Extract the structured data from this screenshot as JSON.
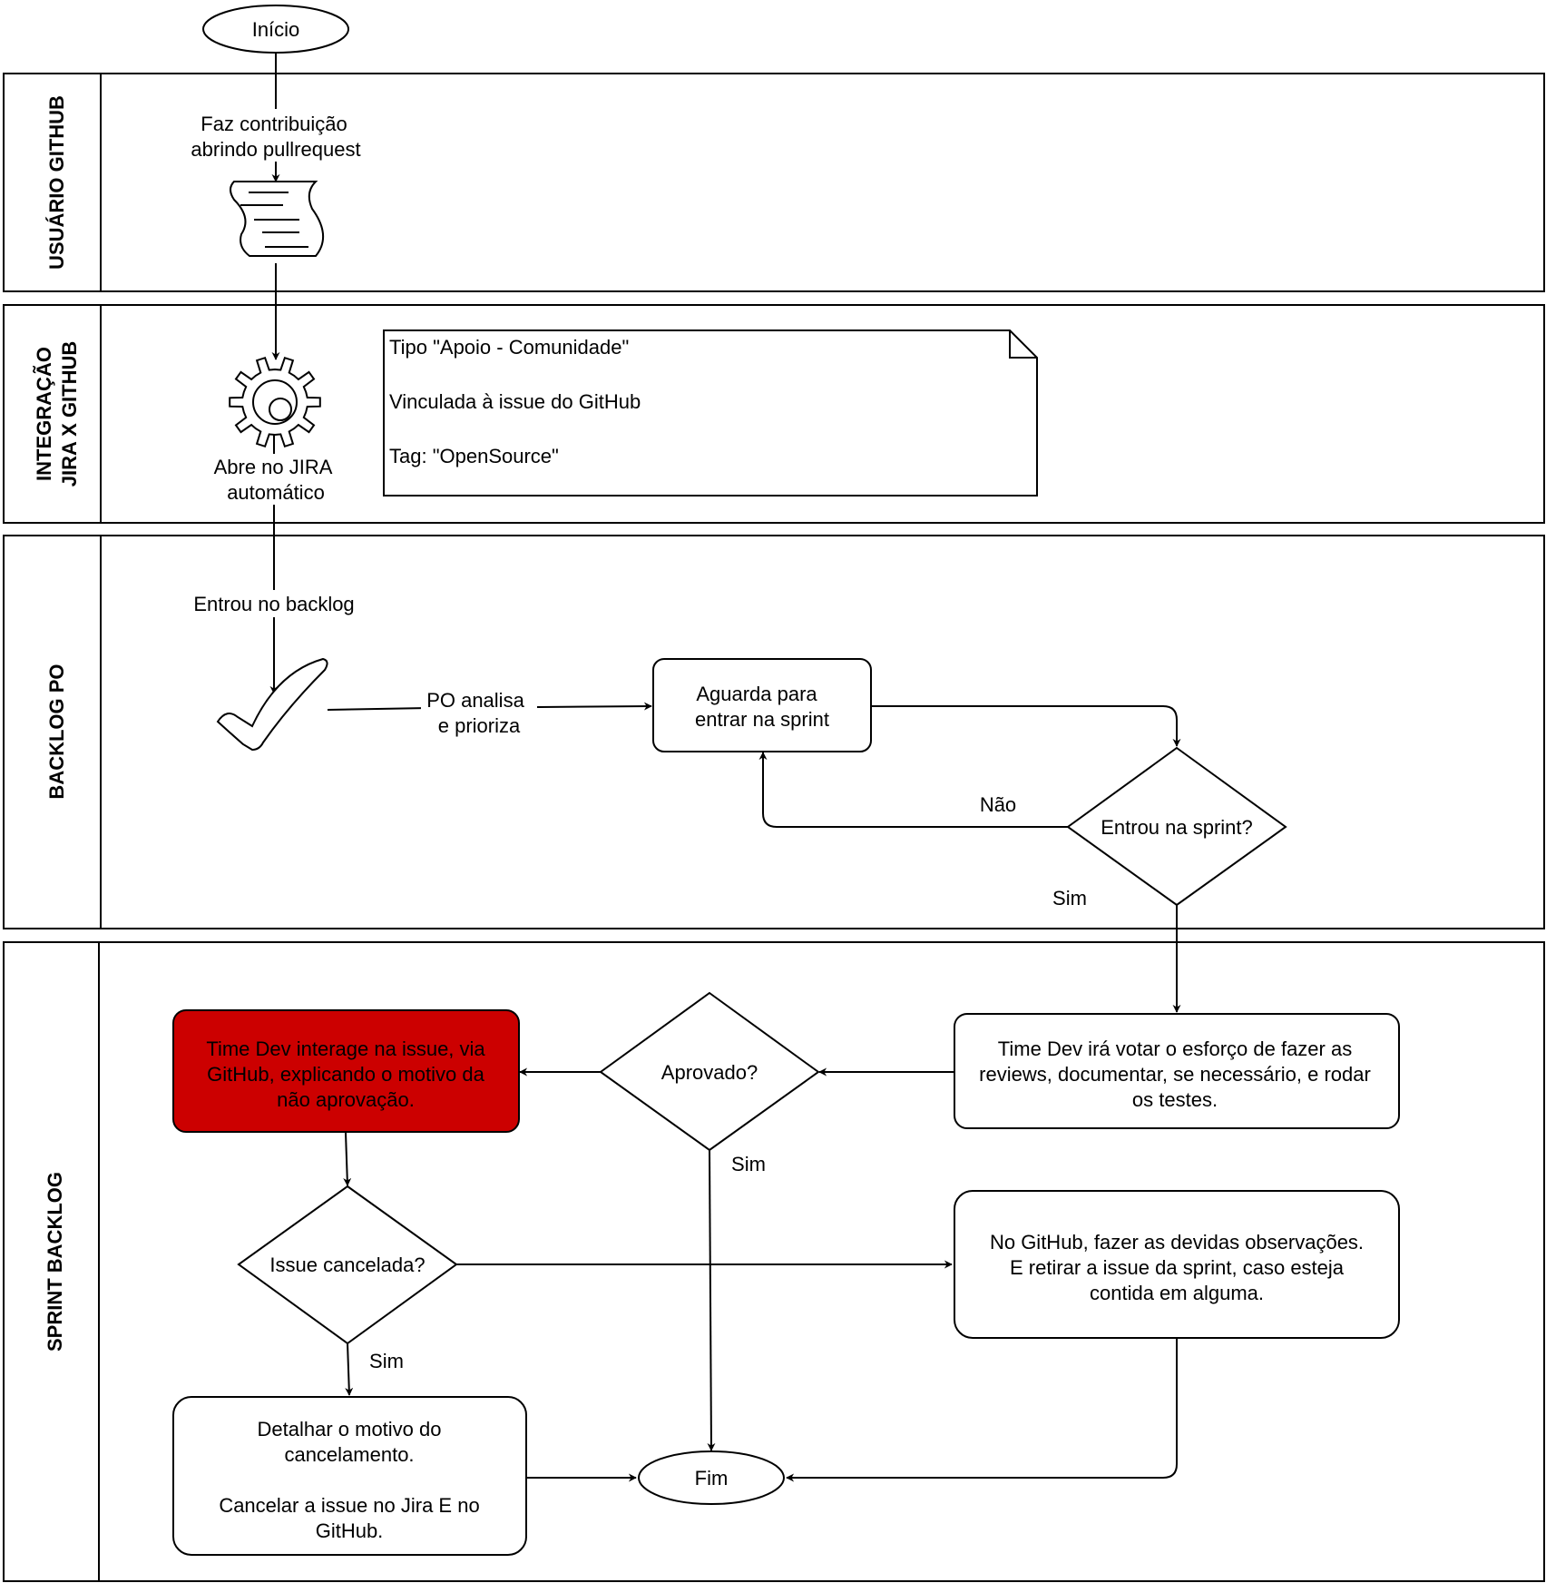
{
  "lanes": {
    "l1": "USUÁRIO GITHUB",
    "l2a": "INTEGRAÇÃO",
    "l2b": "JIRA X GITHUB",
    "l3": "BACKLOG PO",
    "l4": "SPRINT BACKLOG"
  },
  "nodes": {
    "start": "Início",
    "note_line1": "Tipo \"Apoio - Comunidade\"",
    "note_line2": "Vinculada à issue do GitHub",
    "note_line3": "Tag: \"OpenSource\"",
    "wait_l1": "Aguarda para",
    "wait_l2": "entrar na sprint",
    "sprint_q": "Entrou na sprint?",
    "vote_l1": "Time Dev irá votar o esforço de fazer as",
    "vote_l2": "reviews, documentar, se necessário, e rodar",
    "vote_l3": "os testes.",
    "approved_q": "Aprovado?",
    "red_l1": "Time Dev interage na issue, via",
    "red_l2": "GitHub, explicando o motivo da",
    "red_l3": "não aprovação.",
    "cancel_q": "Issue cancelada?",
    "obs_l1": "No GitHub, fazer as devidas observações.",
    "obs_l2": "E retirar a issue da sprint, caso esteja",
    "obs_l3": "contida em alguma.",
    "detail_l1": "Detalhar o motivo do",
    "detail_l2": "cancelamento.",
    "detail_l3": "Cancelar a issue no Jira E no",
    "detail_l4": "GitHub.",
    "end": "Fim"
  },
  "edges": {
    "pr_l1": "Faz contribuição",
    "pr_l2": "abrindo pullrequest",
    "jira_l1": "Abre no JIRA",
    "jira_l2": "automático",
    "backlog": "Entrou no backlog",
    "po_l1": "PO analisa",
    "po_l2": "e prioriza",
    "no": "Não",
    "yes1": "Sim",
    "yes2": "Sim",
    "yes3": "Sim"
  },
  "colors": {
    "red_box": "#cc0000",
    "stroke": "#000000"
  }
}
